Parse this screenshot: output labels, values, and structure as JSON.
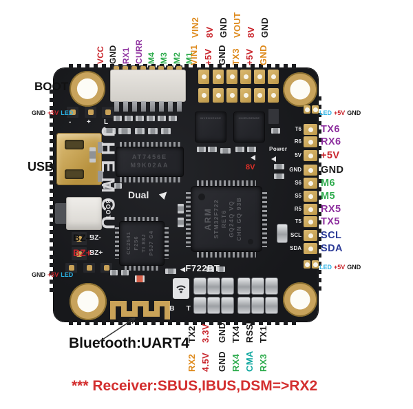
{
  "pins": {
    "top_left": [
      {
        "text": "VCC",
        "color": "#c9252c"
      },
      {
        "text": "GND",
        "color": "#1a1a1a"
      },
      {
        "text": "RX1",
        "color": "#8d2f9e"
      },
      {
        "text": "CURR",
        "color": "#8d2f9e"
      },
      {
        "text": "M4",
        "color": "#2fac4e"
      },
      {
        "text": "M3",
        "color": "#2fac4e"
      },
      {
        "text": "M2",
        "color": "#2fac4e"
      },
      {
        "text": "M1",
        "color": "#2fac4e"
      }
    ],
    "top_right_outer": [
      {
        "text": "VIN2",
        "color": "#de8a1d"
      },
      {
        "text": "8V",
        "color": "#c9252c"
      },
      {
        "text": "GND",
        "color": "#1a1a1a"
      },
      {
        "text": "VOUT",
        "color": "#de8a1d"
      },
      {
        "text": "8V",
        "color": "#c9252c"
      },
      {
        "text": "GND",
        "color": "#1a1a1a"
      }
    ],
    "top_right_inner": [
      {
        "text": "VIN1",
        "color": "#de8a1d"
      },
      {
        "text": "+5V",
        "color": "#c9252c"
      },
      {
        "text": "GND",
        "color": "#1a1a1a"
      },
      {
        "text": "TX3",
        "color": "#de8a1d"
      },
      {
        "text": "+5V",
        "color": "#c9252c"
      },
      {
        "text": "GND",
        "color": "#de8a1d"
      }
    ],
    "right": [
      {
        "text": "TX6",
        "color": "#8d2f9e"
      },
      {
        "text": "RX6",
        "color": "#8d2f9e"
      },
      {
        "text": "+5V",
        "color": "#c9252c"
      },
      {
        "text": "GND",
        "color": "#1a1a1a"
      },
      {
        "text": "M6",
        "color": "#2fac4e"
      },
      {
        "text": "M5",
        "color": "#2fac4e"
      },
      {
        "text": "RX5",
        "color": "#8d2f9e"
      },
      {
        "text": "TX5",
        "color": "#8d2f9e"
      },
      {
        "text": "SCL",
        "color": "#2b3a96"
      },
      {
        "text": "SDA",
        "color": "#2b3a96"
      }
    ],
    "led_right_top": [
      {
        "text": "LED",
        "color": "#2bb1e3"
      },
      {
        "text": "+5V",
        "color": "#c9252c"
      },
      {
        "text": "GND",
        "color": "#1a1a1a"
      }
    ],
    "led_right_bottom": [
      {
        "text": "LED",
        "color": "#2bb1e3"
      },
      {
        "text": "+5V",
        "color": "#c9252c"
      },
      {
        "text": "GND",
        "color": "#1a1a1a"
      }
    ],
    "led_left_top": [
      {
        "text": "GND",
        "color": "#1a1a1a"
      },
      {
        "text": "+5V",
        "color": "#c9252c"
      },
      {
        "text": "LED",
        "color": "#2bb1e3"
      }
    ],
    "led_left_bottom": [
      {
        "text": "GND",
        "color": "#1a1a1a"
      },
      {
        "text": "+5V",
        "color": "#c9252c"
      },
      {
        "text": "LED",
        "color": "#2bb1e3"
      }
    ],
    "bottom_row1": [
      {
        "text": "TX2",
        "color": "#1a1a1a"
      },
      {
        "text": "3.3V",
        "color": "#c9252c"
      },
      {
        "text": "GND",
        "color": "#1a1a1a"
      },
      {
        "text": "TX4",
        "color": "#1a1a1a"
      },
      {
        "text": "RSSI",
        "color": "#1a1a1a"
      },
      {
        "text": "TX1",
        "color": "#1a1a1a"
      }
    ],
    "bottom_row2": [
      {
        "text": "RX2",
        "color": "#de8a1d"
      },
      {
        "text": "4.5V",
        "color": "#c9252c"
      },
      {
        "text": "GND",
        "color": "#1a1a1a"
      },
      {
        "text": "RX4",
        "color": "#2fac4e"
      },
      {
        "text": "CMA",
        "color": "#11a8a0"
      },
      {
        "text": "RX3",
        "color": "#2fac4e"
      }
    ]
  },
  "callouts": {
    "boot": {
      "text": "BOOT",
      "color": "#111111"
    },
    "usb": {
      "text": "USB",
      "color": "#111111"
    },
    "bz_minus": {
      "text": "BZ–",
      "color": "#111111"
    },
    "bz_plus": {
      "text": "BZ+",
      "color": "#c9252c"
    },
    "bluetooth": {
      "text": "Bluetooth:UART4",
      "color": "#111111"
    },
    "receiver": {
      "text": "*** Receiver:SBUS,IBUS,DSM=>RX2",
      "color": "#d32f2f"
    }
  },
  "board": {
    "brand": "JHEMCU",
    "model": "F722BT",
    "dual": "Dual",
    "power": "Power",
    "v8": "8V",
    "boot_switch": "BOOT",
    "bt": "B T",
    "bz_minus": "BZ-",
    "bz_plus": "BZ+",
    "led_pads": [
      "-",
      "+",
      "L"
    ],
    "right_silk": [
      "T6",
      "R6",
      "5V",
      "GND",
      "S6",
      "S5",
      "R5",
      "T5",
      "SCL",
      "SDA"
    ],
    "chips": {
      "mcu": [
        "ARM",
        "STM32F722",
        "RET6",
        "GQ24Q VQ",
        "CHN GQ 93B"
      ],
      "osd": [
        "AT7456E",
        "M9K02AA"
      ],
      "bt": [
        "CC2541",
        "F256",
        "TI 88J",
        "P5J7 G4"
      ],
      "gyro": "INVENSENSE"
    }
  }
}
